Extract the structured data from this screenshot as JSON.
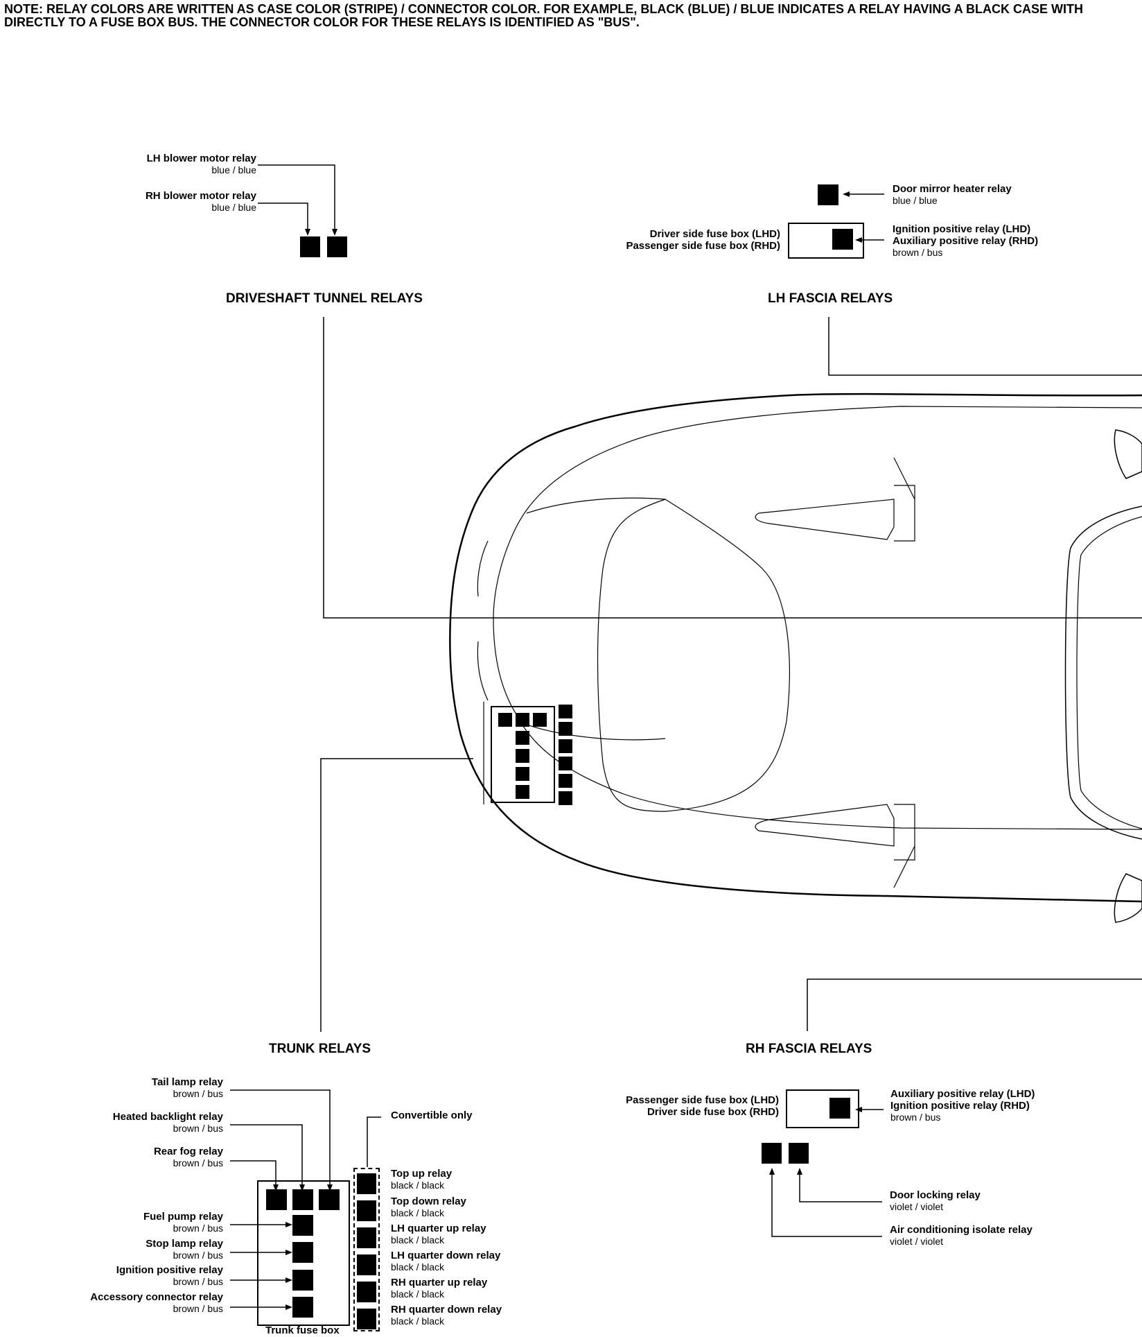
{
  "note": {
    "line1": "NOTE: RELAY COLORS ARE WRITTEN AS CASE COLOR (STRIPE) / CONNECTOR COLOR.  FOR EXAMPLE,  BLACK (BLUE) / BLUE INDICATES A RELAY HAVING A BLACK CASE WITH",
    "line2": "DIRECTLY TO A FUSE BOX BUS.  THE CONNECTOR COLOR FOR THESE RELAYS IS IDENTIFIED AS \"BUS\"."
  },
  "driveshaft": {
    "title": "DRIVESHAFT TUNNEL RELAYS",
    "relays": [
      {
        "name": "LH blower motor relay",
        "color": "blue / blue"
      },
      {
        "name": "RH blower motor relay",
        "color": "blue / blue"
      }
    ]
  },
  "lh_fascia": {
    "title": "LH FASCIA RELAYS",
    "fusebox": [
      "Driver side fuse box (LHD)",
      "Passenger side fuse box (RHD)"
    ],
    "door_mirror": {
      "name": "Door mirror heater relay",
      "color": "blue / blue"
    },
    "ignition": {
      "name1": "Ignition positive relay (LHD)",
      "name2": "Auxiliary positive relay (RHD)",
      "color": "brown / bus"
    }
  },
  "trunk": {
    "title": "TRUNK RELAYS",
    "fusebox_label": "Trunk fuse box",
    "convertible_label": "Convertible only",
    "left_relays": [
      {
        "name": "Tail lamp relay",
        "color": "brown / bus"
      },
      {
        "name": "Heated backlight relay",
        "color": "brown / bus"
      },
      {
        "name": "Rear fog relay",
        "color": "brown / bus"
      },
      {
        "name": "Fuel pump relay",
        "color": "brown / bus"
      },
      {
        "name": "Stop lamp relay",
        "color": "brown / bus"
      },
      {
        "name": "Ignition positive relay",
        "color": "brown / bus"
      },
      {
        "name": "Accessory connector relay",
        "color": "brown / bus"
      }
    ],
    "right_relays": [
      {
        "name": "Top up relay",
        "color": "black / black"
      },
      {
        "name": "Top down relay",
        "color": "black / black"
      },
      {
        "name": "LH quarter up relay",
        "color": "black / black"
      },
      {
        "name": "LH quarter down relay",
        "color": "black / black"
      },
      {
        "name": "RH quarter up relay",
        "color": "black / black"
      },
      {
        "name": "RH quarter down relay",
        "color": "black / black"
      }
    ]
  },
  "rh_fascia": {
    "title": "RH FASCIA RELAYS",
    "fusebox": [
      "Passenger side fuse box (LHD)",
      "Driver side fuse box (RHD)"
    ],
    "aux": {
      "name1": "Auxiliary positive relay (LHD)",
      "name2": "Ignition positive relay (RHD)",
      "color": "brown / bus"
    },
    "door_locking": {
      "name": "Door locking relay",
      "color": "violet / violet"
    },
    "ac_isolate": {
      "name": "Air conditioning isolate relay",
      "color": "violet / violet"
    }
  }
}
